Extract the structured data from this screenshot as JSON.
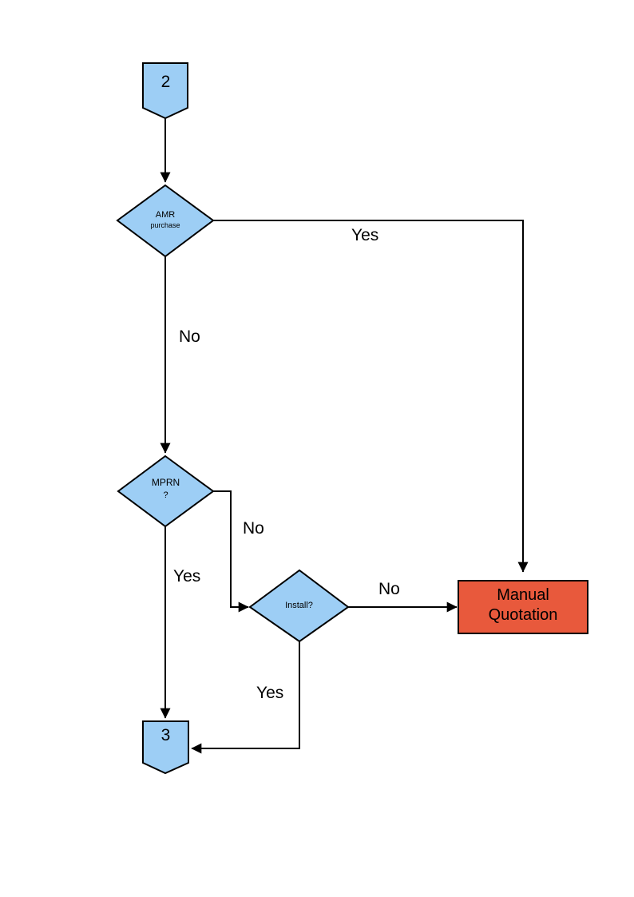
{
  "diagram": {
    "type": "flowchart",
    "title": "",
    "colors": {
      "node_fill": "#9DCEF5",
      "process_fill": "#E8593C",
      "stroke": "#000000",
      "background": "#FFFFFF",
      "text": "#000000"
    },
    "nodes": [
      {
        "id": "start-connector",
        "shape": "pentagon-connector",
        "label": "2",
        "fill": "#9DCEF5"
      },
      {
        "id": "amr-purchase-decision",
        "shape": "diamond",
        "label_line1": "AMR",
        "label_line2": "purchase",
        "fill": "#9DCEF5"
      },
      {
        "id": "mprn-decision",
        "shape": "diamond",
        "label_line1": "MPRN",
        "label_line2": "?",
        "fill": "#9DCEF5"
      },
      {
        "id": "install-decision",
        "shape": "diamond",
        "label_line1": "Install?",
        "label_line2": "",
        "fill": "#9DCEF5"
      },
      {
        "id": "manual-quotation",
        "shape": "rectangle",
        "label_line1": "Manual",
        "label_line2": "Quotation",
        "fill": "#E8593C"
      },
      {
        "id": "end-connector",
        "shape": "pentagon-connector",
        "label": "3",
        "fill": "#9DCEF5"
      }
    ],
    "edges": [
      {
        "id": "edge-start-to-amr",
        "from": "start-connector",
        "to": "amr-purchase-decision",
        "label": ""
      },
      {
        "id": "edge-amr-yes",
        "from": "amr-purchase-decision",
        "to": "manual-quotation",
        "label": "Yes"
      },
      {
        "id": "edge-amr-no",
        "from": "amr-purchase-decision",
        "to": "mprn-decision",
        "label": "No"
      },
      {
        "id": "edge-mprn-no",
        "from": "mprn-decision",
        "to": "install-decision",
        "label": "No"
      },
      {
        "id": "edge-mprn-yes",
        "from": "mprn-decision",
        "to": "end-connector",
        "label": "Yes"
      },
      {
        "id": "edge-install-no",
        "from": "install-decision",
        "to": "manual-quotation",
        "label": "No"
      },
      {
        "id": "edge-install-yes",
        "from": "install-decision",
        "to": "end-connector",
        "label": "Yes"
      }
    ]
  }
}
